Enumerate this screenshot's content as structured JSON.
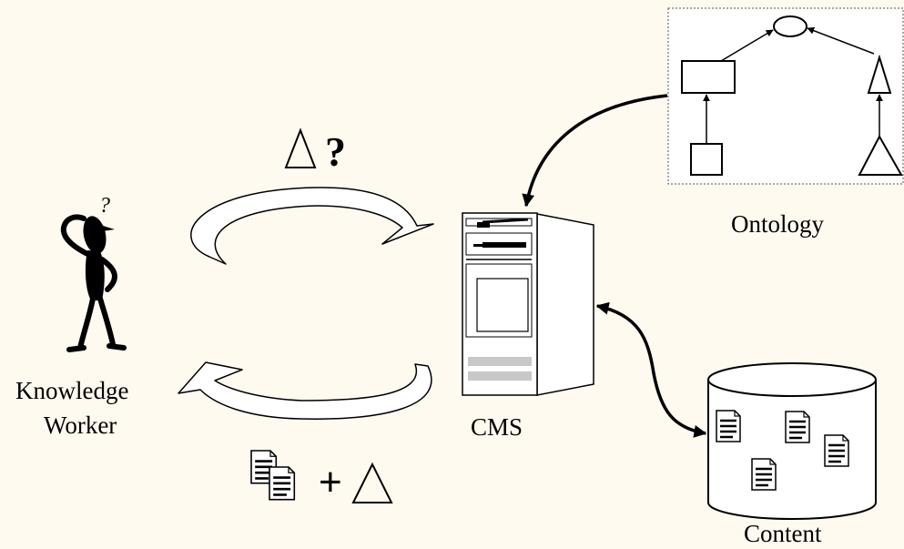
{
  "labels": {
    "worker_line1": "Knowledge",
    "worker_line2": "Worker",
    "cms": "CMS",
    "ontology": "Ontology",
    "content": "Content"
  },
  "query_symbol": "?",
  "thinking_mark": "?",
  "result_operator": "+",
  "colors": {
    "background": "#FFFAF0",
    "stroke": "#000000",
    "server_stripe": "#C8C8C8"
  }
}
